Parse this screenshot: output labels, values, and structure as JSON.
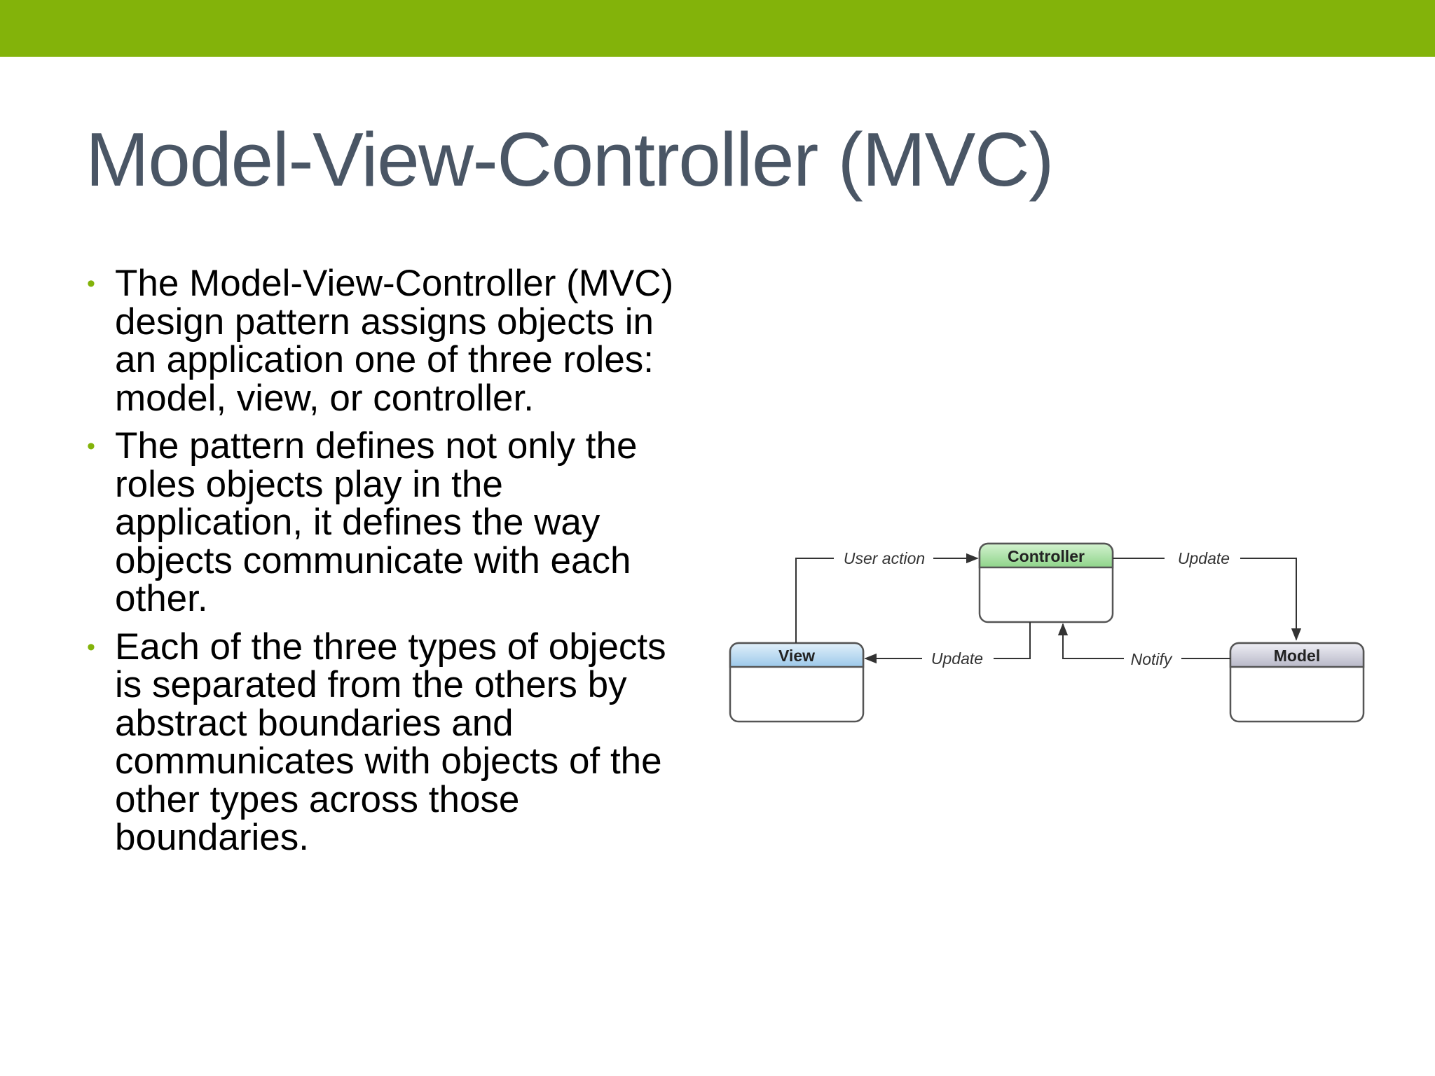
{
  "slide": {
    "title": "Model-View-Controller (MVC)",
    "bullets": [
      "The Model-View-Controller (MVC) design pattern assigns objects in an application one of three roles: model, view, or controller.",
      "The pattern defines not only the roles objects play in the application, it defines the way objects communicate with each other.",
      "Each of the three types of objects is separated from the others by abstract boundaries and communicates with objects of the other types across those boundaries."
    ],
    "bullet_marker": "•"
  },
  "diagram": {
    "nodes": {
      "controller": "Controller",
      "view": "View",
      "model": "Model"
    },
    "edges": {
      "user_action": "User action",
      "update_to_model": "Update",
      "update_to_view": "Update",
      "notify": "Notify"
    }
  },
  "colors": {
    "top_bar": "#83b30a",
    "title": "#4a5665",
    "bullet": "#83b30a",
    "controller_header": "#a9dfa6",
    "view_header": "#b8d8ef",
    "model_header": "#cfcfdc"
  }
}
